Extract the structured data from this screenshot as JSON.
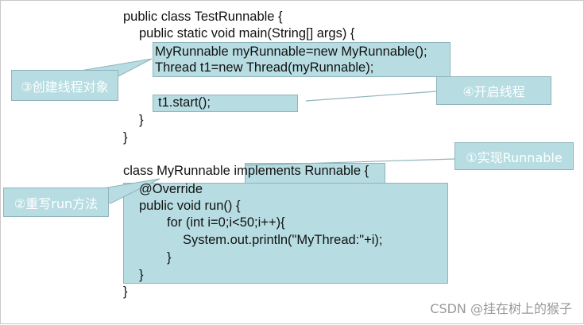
{
  "code": {
    "lines": [
      "public class TestRunnable {",
      "public static void main(String[] args) {",
      "MyRunnable myRunnable=new MyRunnable();",
      "Thread t1=new Thread(myRunnable);",
      "t1.start();",
      "}",
      "}",
      "class MyRunnable ",
      "implements Runnable",
      " {",
      "@Override",
      "public void run() {",
      "for (int i=0;i<50;i++){",
      "System.out.println(\"MyThread:\"+i);",
      "}",
      "}",
      "}"
    ]
  },
  "callouts": {
    "implement_runnable": "①实现Runnable",
    "override_run": "②重写run方法",
    "create_thread_object": "③创建线程对象",
    "start_thread": "④开启线程"
  },
  "watermark": "CSDN @挂在树上的猴子",
  "colors": {
    "highlight": "#b7dde2",
    "highlight_border": "#8fb4bb",
    "code_text": "#111111",
    "callout_text": "#ffffff"
  }
}
